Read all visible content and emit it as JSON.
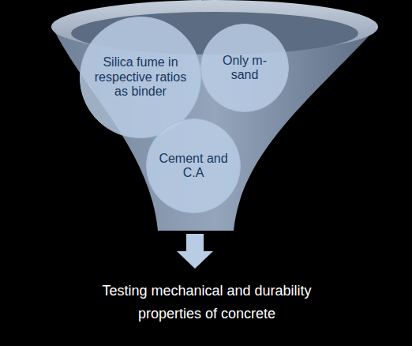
{
  "diagram": {
    "nodes": [
      {
        "text": [
          "Silica fume in respective ratios as binder"
        ]
      },
      {
        "text": [
          "Only m-sand"
        ]
      },
      {
        "text": [
          "Cement and C.A"
        ]
      }
    ],
    "labels": [
      "Testing mechanical and durability properties of concrete"
    ]
  }
}
